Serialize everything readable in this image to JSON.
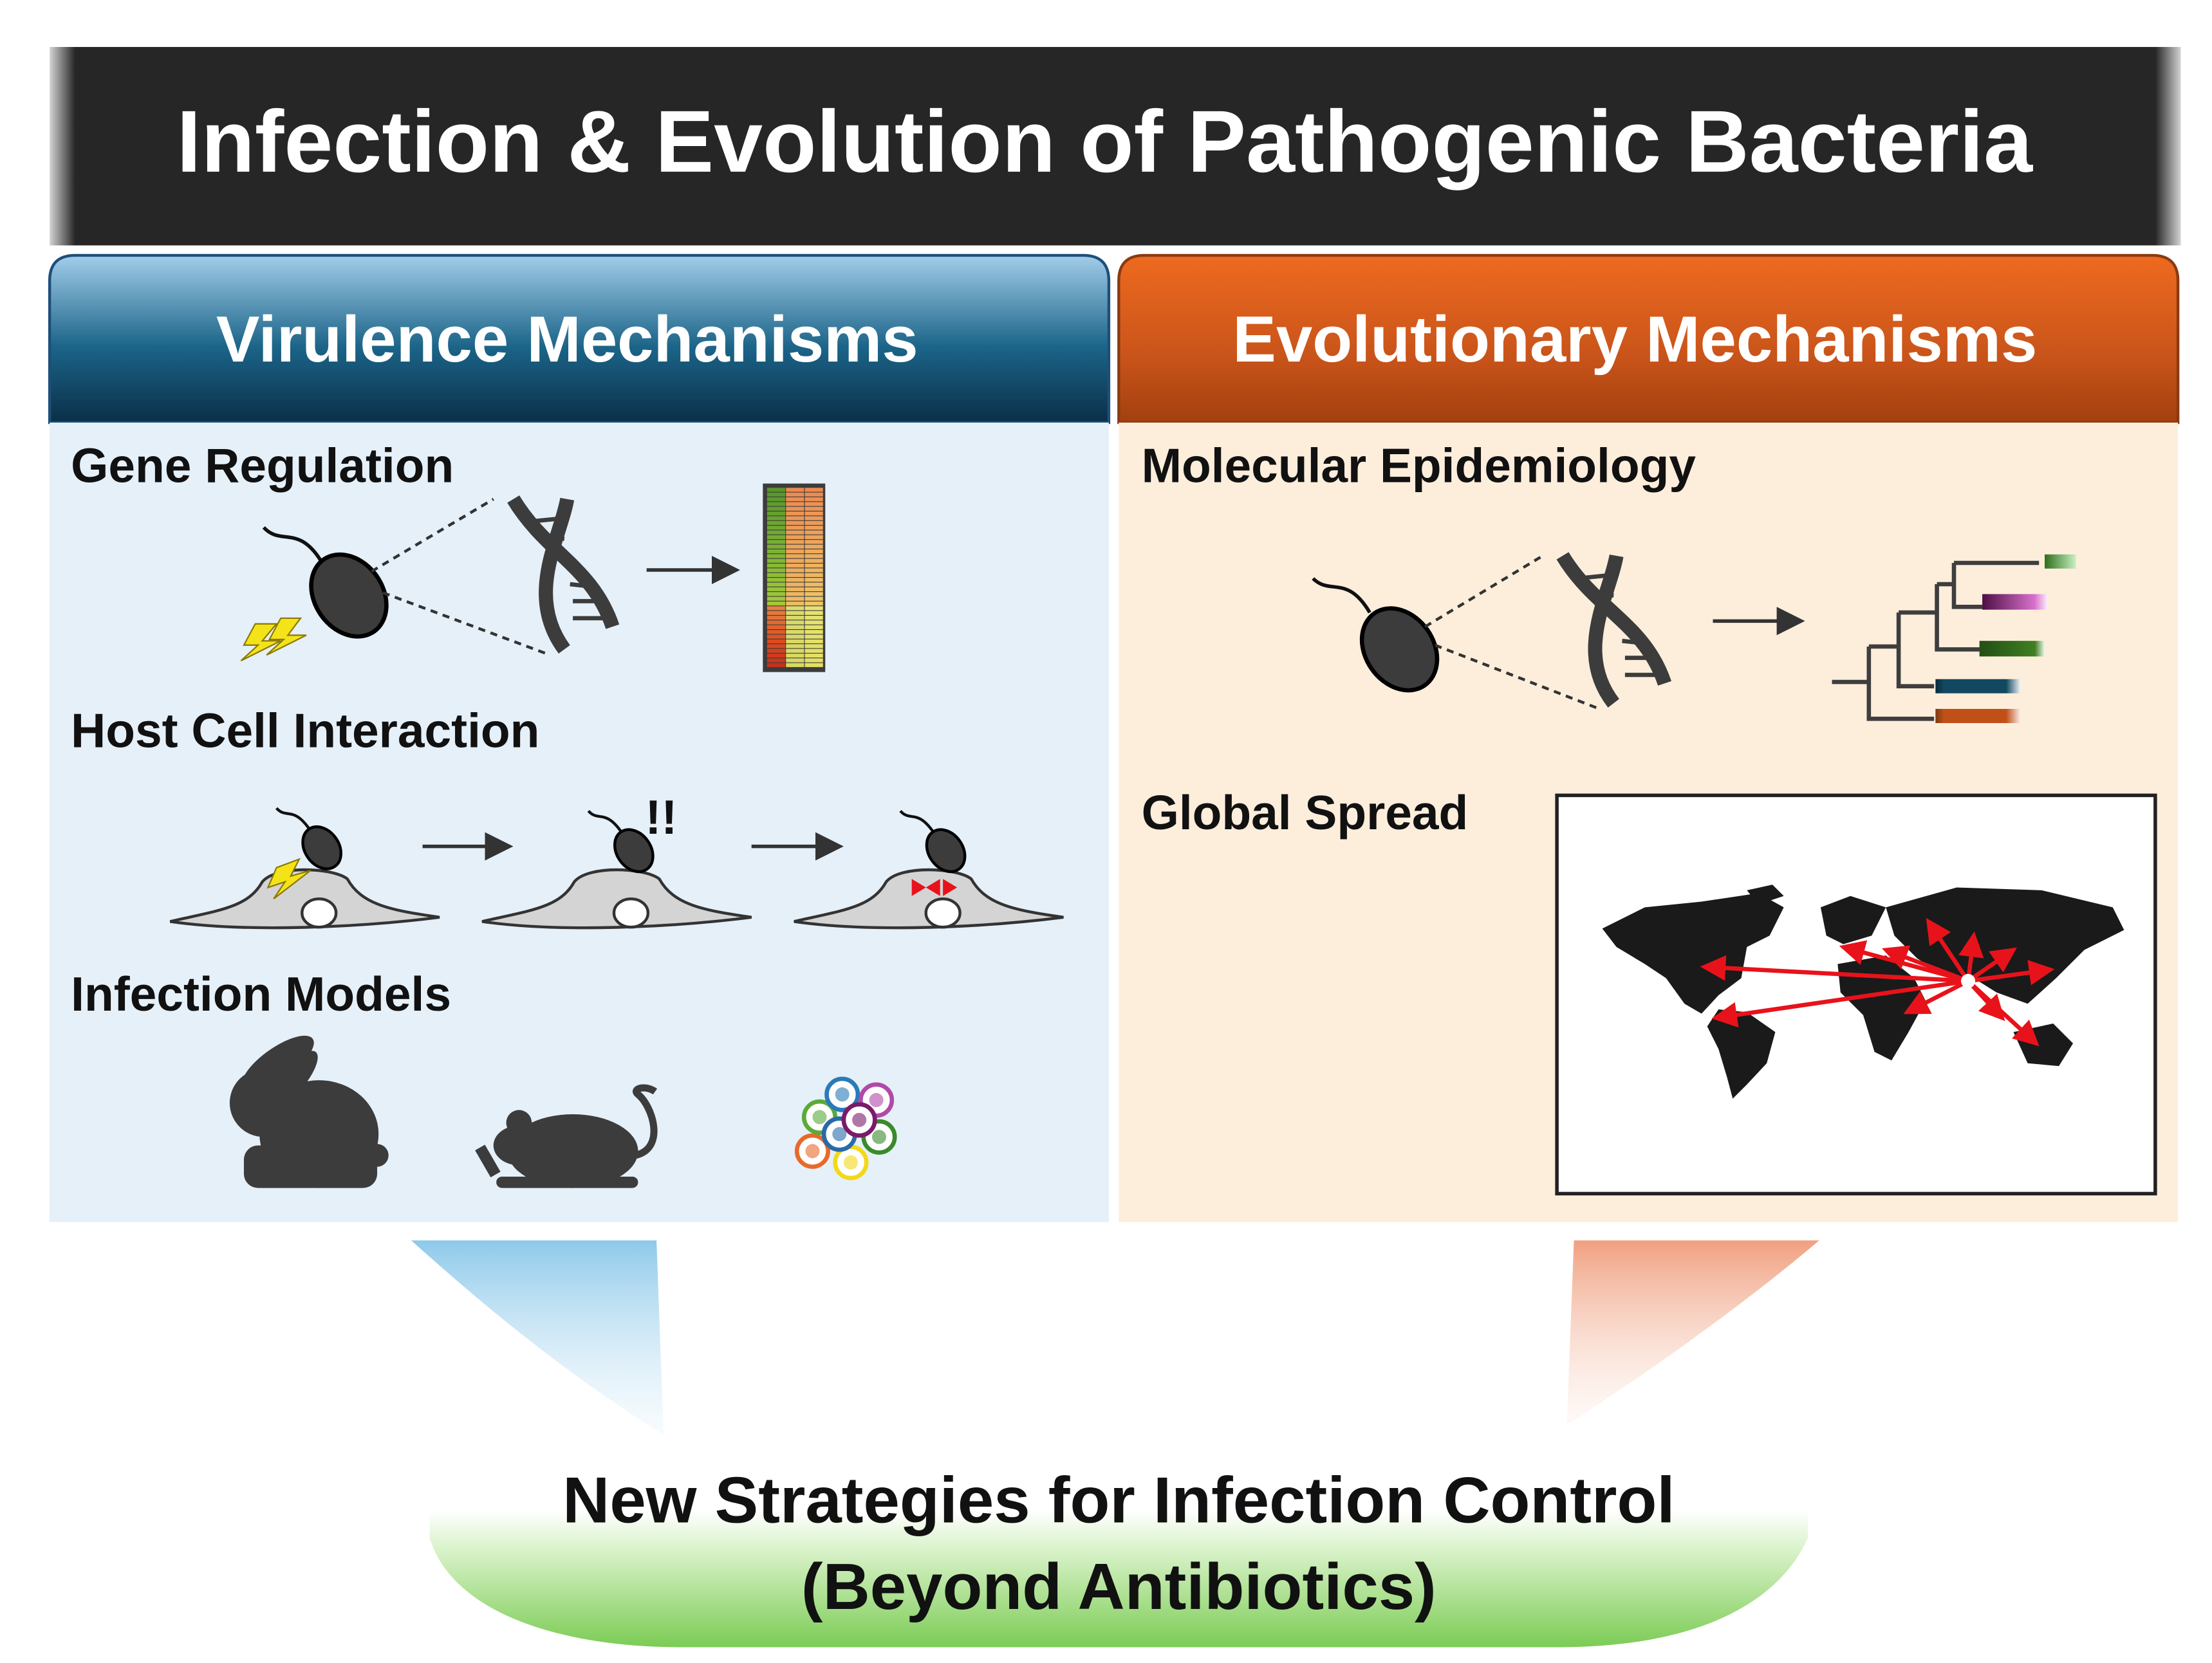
{
  "title": "Infection & Evolution of Pathogenic Bacteria",
  "left_panel": {
    "header": "Virulence Mechanisms",
    "sections": [
      {
        "label": "Gene Regulation",
        "icons": [
          "bacterium-icon",
          "dna-helix-icon",
          "arrow-icon",
          "heatmap-icon"
        ]
      },
      {
        "label": "Host Cell Interaction",
        "icons": [
          "host-cell-icon",
          "arrow-icon",
          "host-cell-icon",
          "arrow-icon",
          "host-cell-icon"
        ]
      },
      {
        "label": "Infection Models",
        "icons": [
          "rabbit-icon",
          "mouse-icon",
          "cell-culture-icon"
        ]
      }
    ]
  },
  "right_panel": {
    "header": "Evolutionary Mechanisms",
    "sections": [
      {
        "label": "Molecular Epidemiology",
        "icons": [
          "bacterium-icon",
          "dna-helix-icon",
          "arrow-icon",
          "phylogenetic-tree-icon"
        ]
      },
      {
        "label": "Global Spread",
        "icons": [
          "world-map-icon"
        ]
      }
    ]
  },
  "bottom": {
    "line1": "New Strategies for  Infection Control",
    "line2": "(Beyond Antibiotics)"
  },
  "colors": {
    "title_bg": "#262626",
    "left_header_top": "#9cc9e8",
    "left_header_bottom": "#0b3550",
    "left_body": "#e5f0f9",
    "right_header_top": "#e8661f",
    "right_header_bottom": "#a9410f",
    "right_body": "#fdeedc",
    "bottom_green": "#8fd66a",
    "arrow_red": "#e8121b"
  }
}
